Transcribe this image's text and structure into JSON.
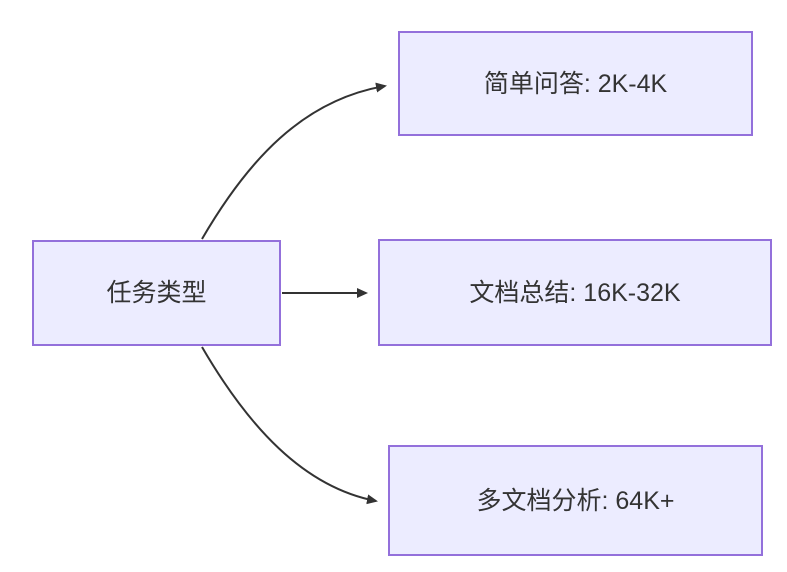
{
  "diagram": {
    "type": "flowchart",
    "direction": "left-to-right",
    "nodes": {
      "root": {
        "id": "task-type",
        "label": "任务类型"
      },
      "children": [
        {
          "id": "simple-qa",
          "label": "简单问答: 2K-4K"
        },
        {
          "id": "doc-summary",
          "label": "文档总结: 16K-32K"
        },
        {
          "id": "multi-doc",
          "label": "多文档分析: 64K+"
        }
      ]
    },
    "edges": [
      {
        "from": "task-type",
        "to": "simple-qa",
        "style": "curved-up"
      },
      {
        "from": "task-type",
        "to": "doc-summary",
        "style": "straight"
      },
      {
        "from": "task-type",
        "to": "multi-doc",
        "style": "curved-down"
      }
    ],
    "colors": {
      "node_fill": "#ECECFF",
      "node_border": "#9370DB",
      "edge_line": "#333333",
      "text": "#333333",
      "background": "#FFFFFF"
    }
  }
}
